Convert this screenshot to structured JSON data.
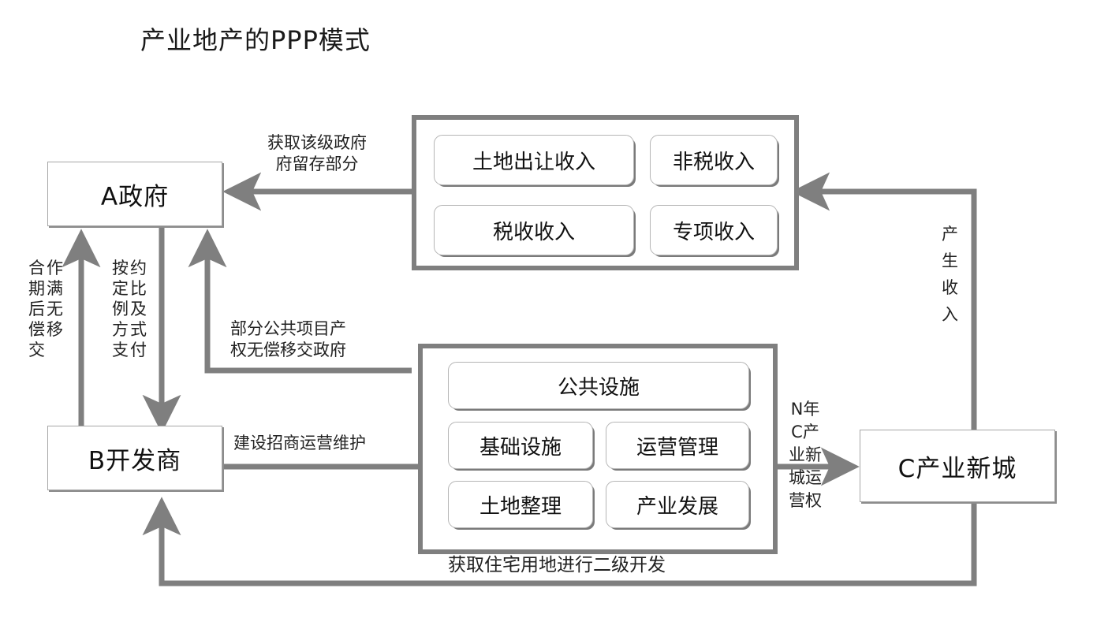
{
  "title": "产业地产的PPP模式",
  "entities": {
    "government": {
      "label": "A政府"
    },
    "developer": {
      "label": "B开发商"
    },
    "city": {
      "label": "C产业新城"
    }
  },
  "revenue_panel": {
    "name": "government-revenue-panel",
    "chips": [
      {
        "label": "土地出让收入"
      },
      {
        "label": "非税收入"
      },
      {
        "label": "税收收入"
      },
      {
        "label": "专项收入"
      }
    ]
  },
  "project_panel": {
    "name": "project-scope-panel",
    "chips": [
      {
        "label": "公共设施"
      },
      {
        "label": "基础设施"
      },
      {
        "label": "运营管理"
      },
      {
        "label": "土地整理"
      },
      {
        "label": "产业发展"
      }
    ]
  },
  "flow_labels": {
    "revenue_to_gov_line1": "获取该级政府",
    "revenue_to_gov_line2": "府留存部分",
    "transfer_after_term": {
      "col_left": "合期后偿交",
      "col_right": "作满无移",
      "full": "合作期满后无偿移交"
    },
    "payment_terms": {
      "col_left": "按定例方支",
      "col_right": "约比及式付",
      "full": "按约定比例及方式支付"
    },
    "public_asset_line1": "部分公共项目产",
    "public_asset_line2": "权无偿移交政府",
    "build_operate": "建设招商运营维护",
    "operation_right": {
      "lines": [
        "N年",
        "C产",
        "业新",
        "城运",
        "营权"
      ],
      "full": "N年C产业新城运营权"
    },
    "generate_revenue": {
      "chars": [
        "产",
        "生",
        "收",
        "入"
      ],
      "full": "产生收入"
    },
    "residential_land": "获取住宅用地进行二级开发"
  },
  "colors": {
    "line": "#7f7f7f",
    "panel_border": "#7f7f7f",
    "chip_border": "#b5b5b5",
    "entity_border": "#a6a6a6",
    "text": "#1a1a1a",
    "background": "#ffffff"
  }
}
